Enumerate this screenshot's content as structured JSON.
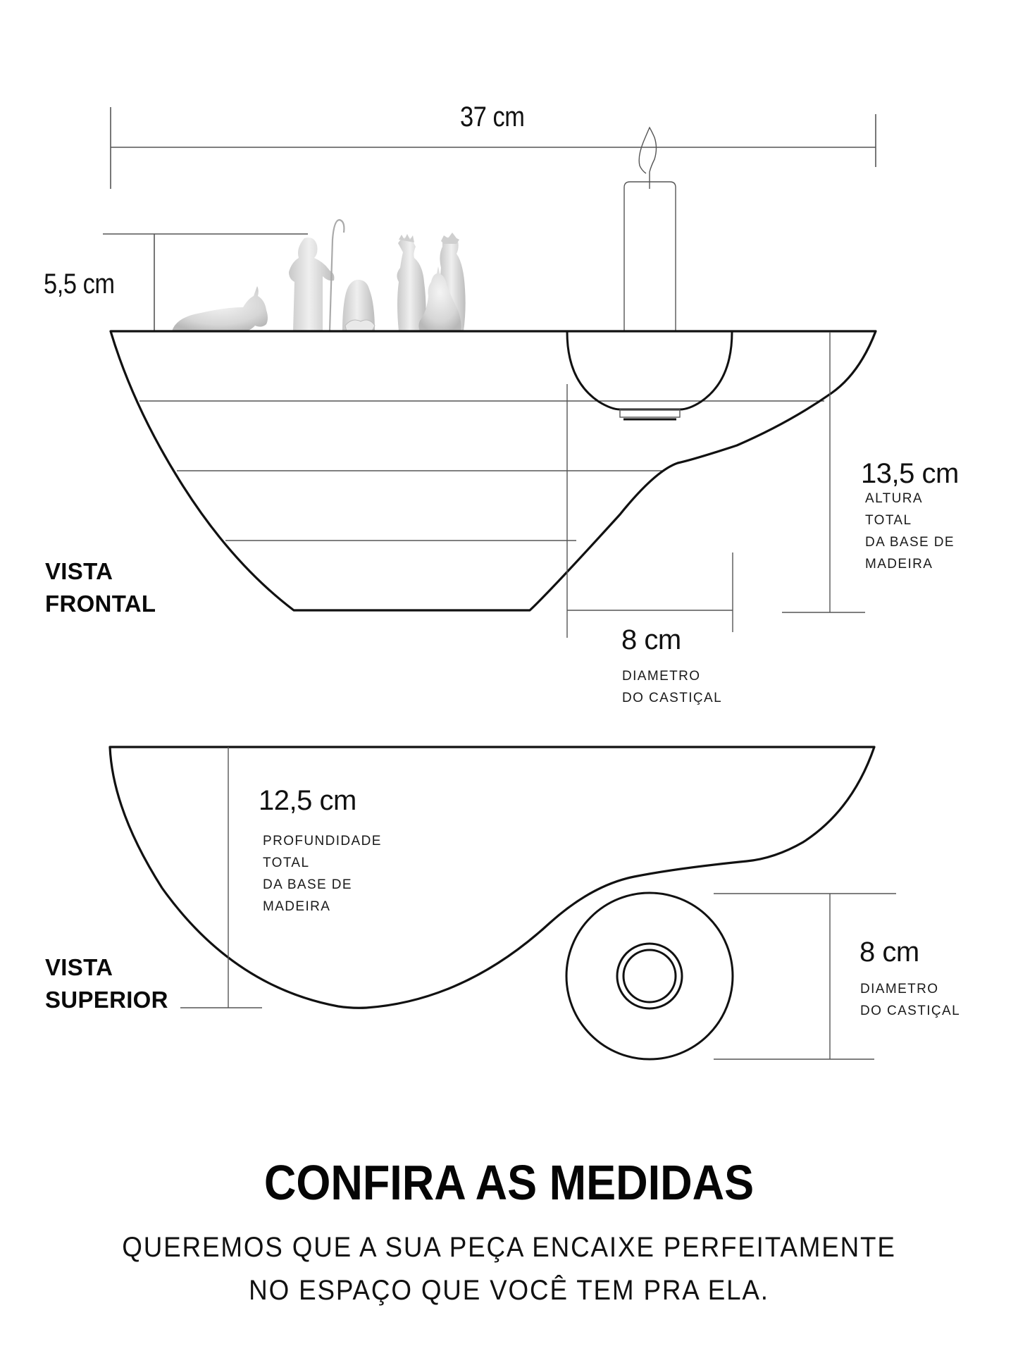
{
  "colors": {
    "line": "#111111",
    "thin_line": "#555555",
    "figurine": "#d9d9d9",
    "background": "#ffffff"
  },
  "front_view": {
    "label_line1": "VISTA",
    "label_line2": "FRONTAL",
    "width_dimension": "37 cm",
    "figurine_height_dimension": "5,5 cm",
    "height_dimension": "13,5 cm",
    "height_caption": [
      "ALTURA",
      "TOTAL",
      "DA BASE DE",
      "MADEIRA"
    ],
    "candleholder_dimension": "8 cm",
    "candleholder_caption": [
      "DIAMETRO",
      "DO CASTIÇAL"
    ]
  },
  "top_view": {
    "label_line1": "VISTA",
    "label_line2": "SUPERIOR",
    "depth_dimension": "12,5 cm",
    "depth_caption": [
      "PROFUNDIDADE",
      "TOTAL",
      "DA BASE DE",
      "MADEIRA"
    ],
    "candleholder_dimension": "8 cm",
    "candleholder_caption": [
      "DIAMETRO",
      "DO CASTIÇAL"
    ]
  },
  "footer": {
    "title": "CONFIRA AS MEDIDAS",
    "subtitle_line1": "QUEREMOS QUE A SUA PEÇA ENCAIXE PERFEITAMENTE",
    "subtitle_line2": "NO ESPAÇO QUE VOCÊ TEM PRA ELA."
  },
  "icons": {
    "candle": "candle-icon",
    "nativity_figurines": "nativity-figurines-icon",
    "candleholder_top": "candleholder-ring-icon"
  }
}
